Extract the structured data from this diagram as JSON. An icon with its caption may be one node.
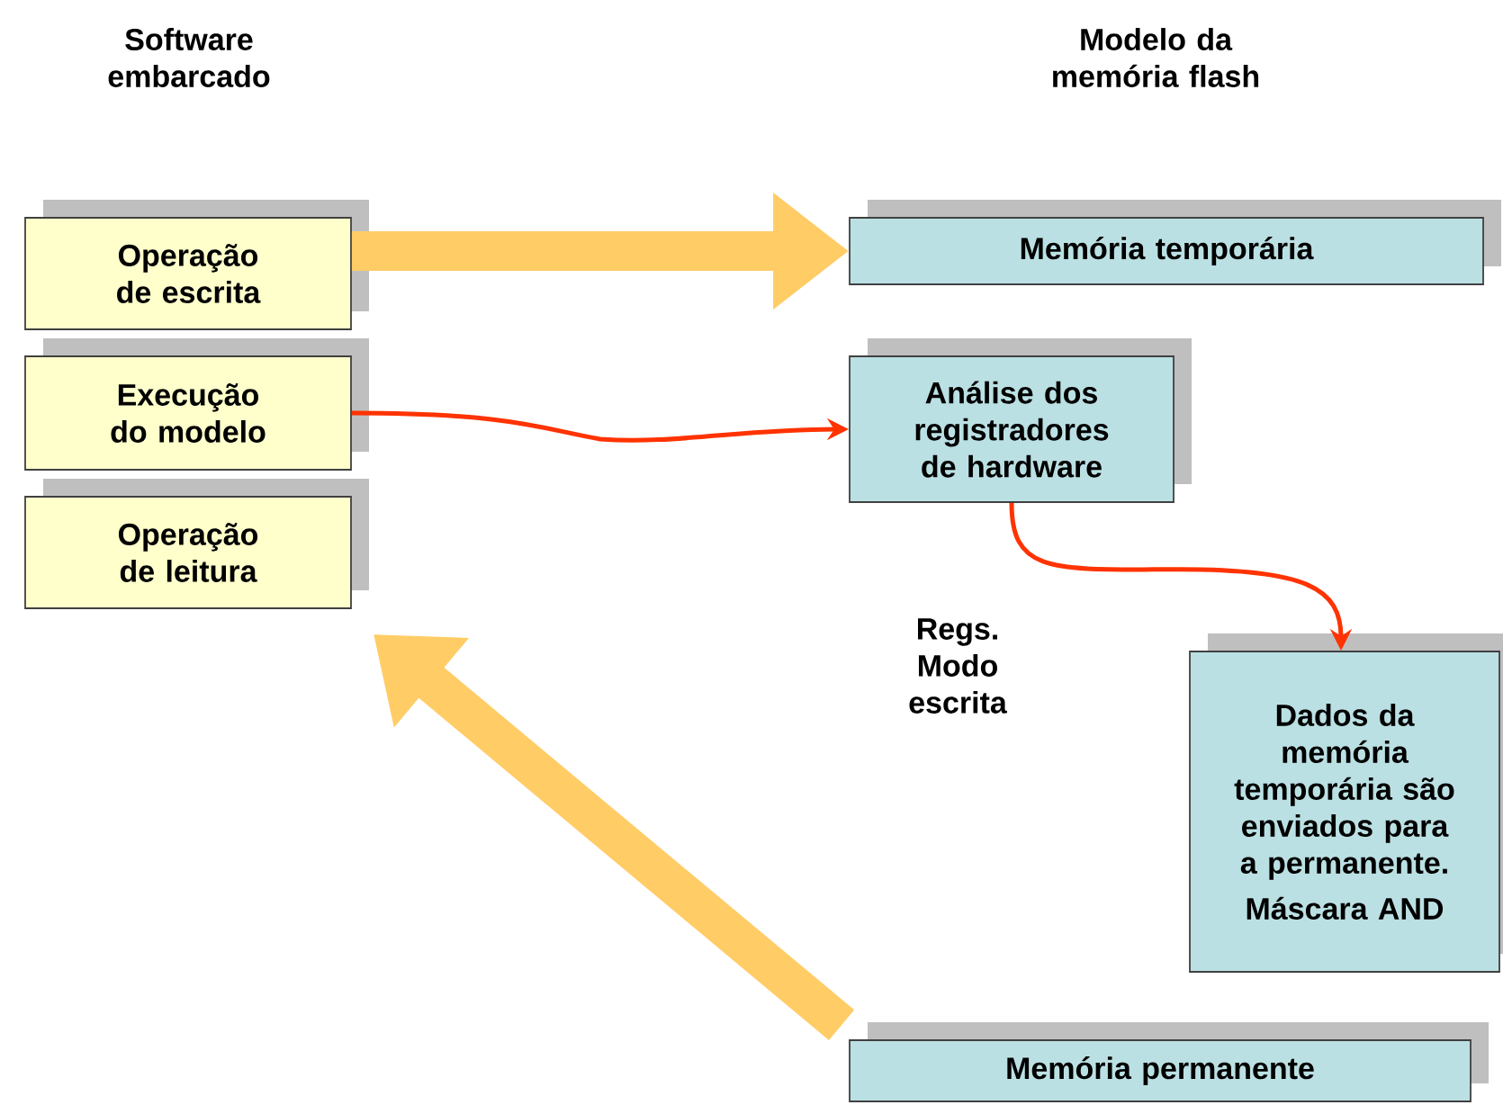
{
  "diagram": {
    "nodes": [
      {
        "text": [
          "Operação de escrita"
        ]
      },
      {
        "text": [
          "Execução do modelo"
        ]
      },
      {
        "text": [
          "Operação de leitura"
        ]
      },
      {
        "text": [
          "Memória temporária"
        ]
      },
      {
        "text": [
          "Análise dos registradores de hardware"
        ]
      },
      {
        "text": [
          "Dados da memória temporária são enviados para a permanente.",
          "Máscara AND"
        ]
      },
      {
        "text": [
          "Memória permanente"
        ]
      }
    ],
    "edges": [
      {
        "from": 0,
        "to": 3,
        "arrow": "to",
        "style": "thick",
        "color": "#ffcc66"
      },
      {
        "from": 1,
        "to": 4,
        "arrow": "to",
        "color": "#ff3300"
      },
      {
        "from": 4,
        "to": 5,
        "arrow": "to",
        "color": "#ff3300"
      },
      {
        "from": 6,
        "to": 2,
        "arrow": "to",
        "style": "thick",
        "color": "#ffcc66"
      }
    ],
    "labels": [
      "Software embarcado",
      "Modelo da memória flash",
      "Regs. Modo escrita"
    ]
  }
}
